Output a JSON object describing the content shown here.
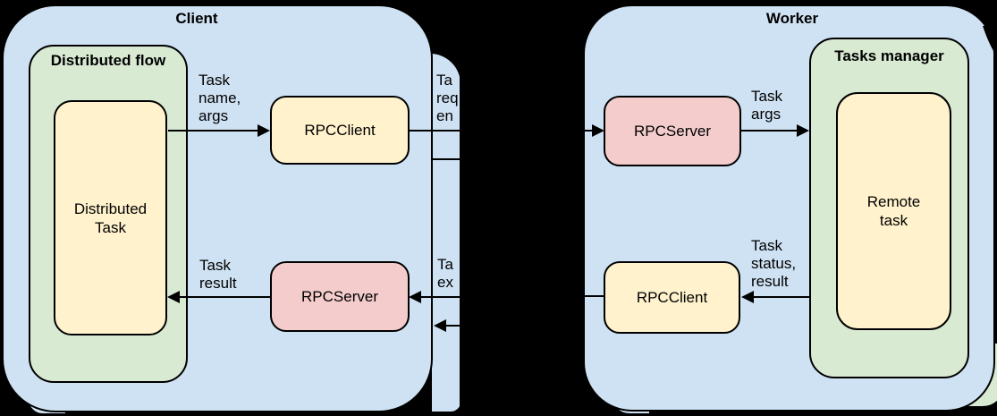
{
  "colors": {
    "background": "#000000",
    "card_blue": "#cfe2f3",
    "group_green": "#d9ead3",
    "node_yellow": "#fff2cc",
    "node_pink": "#f4cccc",
    "stroke": "#000000"
  },
  "client": {
    "title": "Client",
    "flow_group": {
      "title": "Distributed flow",
      "task_node_label": "Distributed\nTask"
    },
    "rpc_client_node_label": "RPCClient",
    "rpc_server_node_label": "RPCServer",
    "task_name_args_label": "Task\nname,\nargs",
    "task_result_label": "Task\nresult"
  },
  "middle": {
    "top_partial_label": "Ta\nreq\nen",
    "bottom_partial_label": "Ta\nex"
  },
  "worker": {
    "title": "Worker",
    "rpc_server_node_label": "RPCServer",
    "rpc_client_node_label": "RPCClient",
    "task_args_label": "Task\nargs",
    "task_status_result_label": "Task\nstatus,\nresult",
    "tasks_manager_group": {
      "title": "Tasks manager",
      "task_node_label": "Remote\ntask"
    }
  }
}
